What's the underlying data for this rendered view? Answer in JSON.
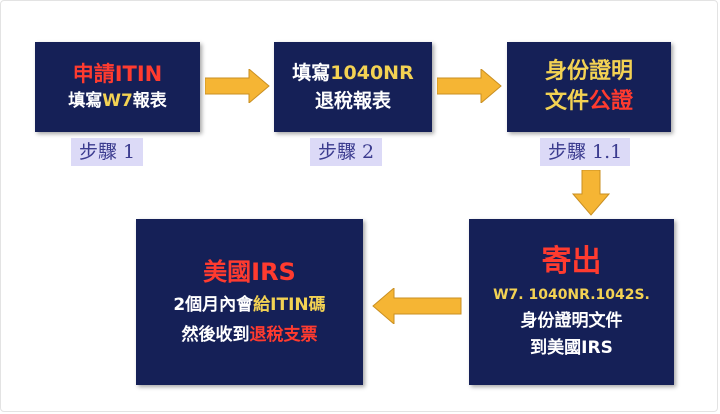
{
  "steps": {
    "step1": {
      "line1": [
        {
          "text": "申請ITIN",
          "color": "red"
        }
      ],
      "line2": [
        {
          "text": "填寫",
          "color": "white"
        },
        {
          "text": "W7",
          "color": "yellow"
        },
        {
          "text": "報表",
          "color": "white"
        }
      ],
      "label": "步驟 1"
    },
    "step2": {
      "line1": [
        {
          "text": "填寫",
          "color": "white"
        },
        {
          "text": "1040NR",
          "color": "yellow"
        }
      ],
      "line2": [
        {
          "text": "退稅報表",
          "color": "white"
        }
      ],
      "label": "步驟 2"
    },
    "step3": {
      "line1": [
        {
          "text": "身份證明",
          "color": "yellow"
        }
      ],
      "line2": [
        {
          "text": "文件",
          "color": "yellow"
        },
        {
          "text": "公證",
          "color": "red"
        }
      ],
      "label": "步驟 1.1"
    },
    "step4": {
      "line1": [
        {
          "text": "寄出",
          "color": "red"
        }
      ],
      "line2": [
        {
          "text": "W7. 1040NR.1042S.",
          "color": "yellow"
        }
      ],
      "line3": [
        {
          "text": "身份證明文件",
          "color": "white"
        }
      ],
      "line4": [
        {
          "text": "到美國IRS",
          "color": "white"
        }
      ]
    },
    "step5": {
      "line1": [
        {
          "text": "美國IRS",
          "color": "red"
        }
      ],
      "line2": [
        {
          "text": "2個月內會",
          "color": "white"
        },
        {
          "text": "給ITIN碼",
          "color": "yellow"
        }
      ],
      "line3": [
        {
          "text": "然後收到",
          "color": "white"
        },
        {
          "text": "退稅支票",
          "color": "red"
        }
      ]
    }
  },
  "colors": {
    "box_fill": "#152057",
    "arrow_fill": "#f5b534",
    "label_bg": "#dcdaf7",
    "label_text": "#3b3b8f",
    "red": "#ff3b2f",
    "yellow": "#f3d253",
    "white": "#ffffff"
  }
}
